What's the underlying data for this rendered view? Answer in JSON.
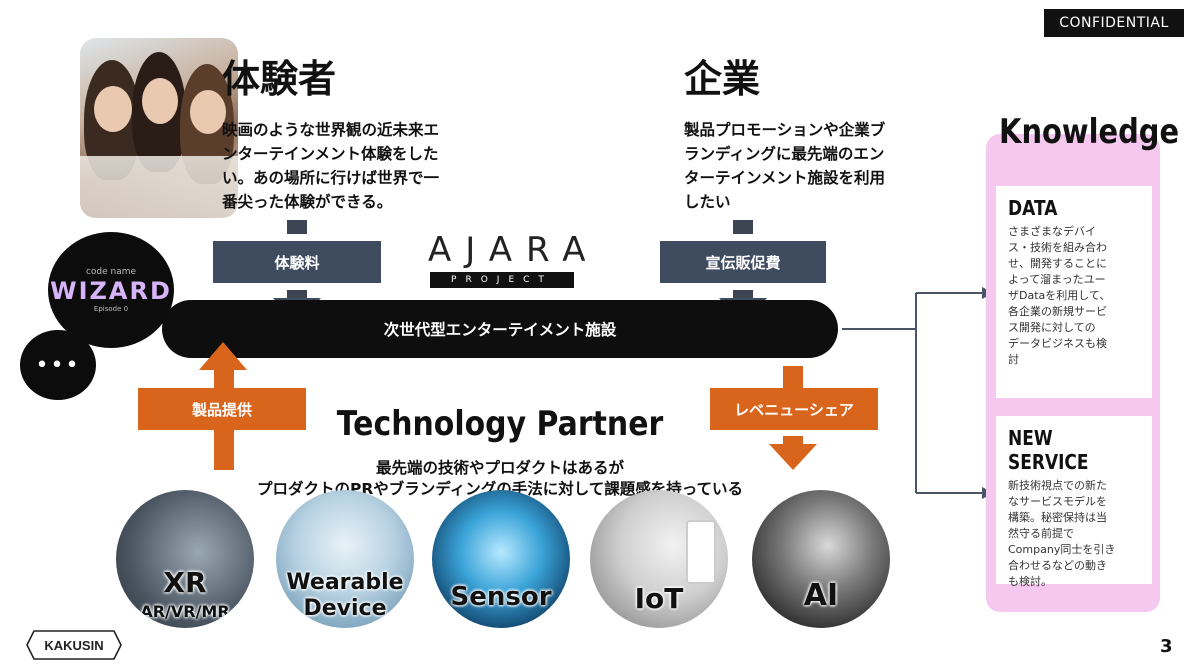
{
  "confidential": "CONFIDENTIAL",
  "experiencer": {
    "title": "体験者",
    "lines": [
      "映画のような世界観の近未来エ",
      "ンターテインメント体験をした",
      "い。あの場所に行けば世界で一",
      "番尖った体験ができる。"
    ]
  },
  "company": {
    "title": "企業",
    "lines": [
      "製品プロモーションや企業ブ",
      "ランディングに最先端のエン",
      "ターテインメント施設を利用",
      "したい"
    ]
  },
  "flows": {
    "fee": "体験料",
    "ad": "宣伝販促費",
    "product": "製品提供",
    "revenue": "レベニューシェア"
  },
  "logo_ajara": {
    "word": "AJARA",
    "sub": "PROJECT"
  },
  "facility": "次世代型エンターテイメント施設",
  "wizard": {
    "small": "code name",
    "word": "WIZARD",
    "sub": "Episode 0"
  },
  "more_symbol": "•••",
  "tech": {
    "title": "Technology Partner",
    "lines": [
      "最先端の技術やプロダクトはあるが",
      "プロダクトのPRやブランディングの手法に対して課題感を持っている"
    ]
  },
  "circles": [
    {
      "label": "XR",
      "sub": "AR/VR/MR"
    },
    {
      "label": "Wearable",
      "sub": "Device"
    },
    {
      "label": "Sensor",
      "sub": ""
    },
    {
      "label": "IoT",
      "sub": ""
    },
    {
      "label": "AI",
      "sub": ""
    }
  ],
  "knowledge": {
    "title": "Knowledge",
    "data": {
      "title": "DATA",
      "lines": [
        "さまざまなデバイ",
        "ス・技術を組み合わ",
        "せ、開発することに",
        "よって溜まったユー",
        "ザDataを利用して、",
        "各企業の新規サービ",
        "ス開発に対しての",
        "データビジネスも検",
        "討"
      ]
    },
    "service": {
      "title": "NEW SERVICE",
      "lines": [
        "新技術視点での新た",
        "なサービスモデルを",
        "構築。秘密保持は当",
        "然守る前提で",
        "Company同士を引き",
        "合わせるなどの動き",
        "も検討。"
      ]
    }
  },
  "footer": {
    "logo": "KAKUSIN",
    "page": "3"
  },
  "colors": {
    "navy": "#3f4b5f",
    "orange": "#d9651c",
    "pink": "#f5c9ef",
    "black": "#0e0e0e"
  }
}
